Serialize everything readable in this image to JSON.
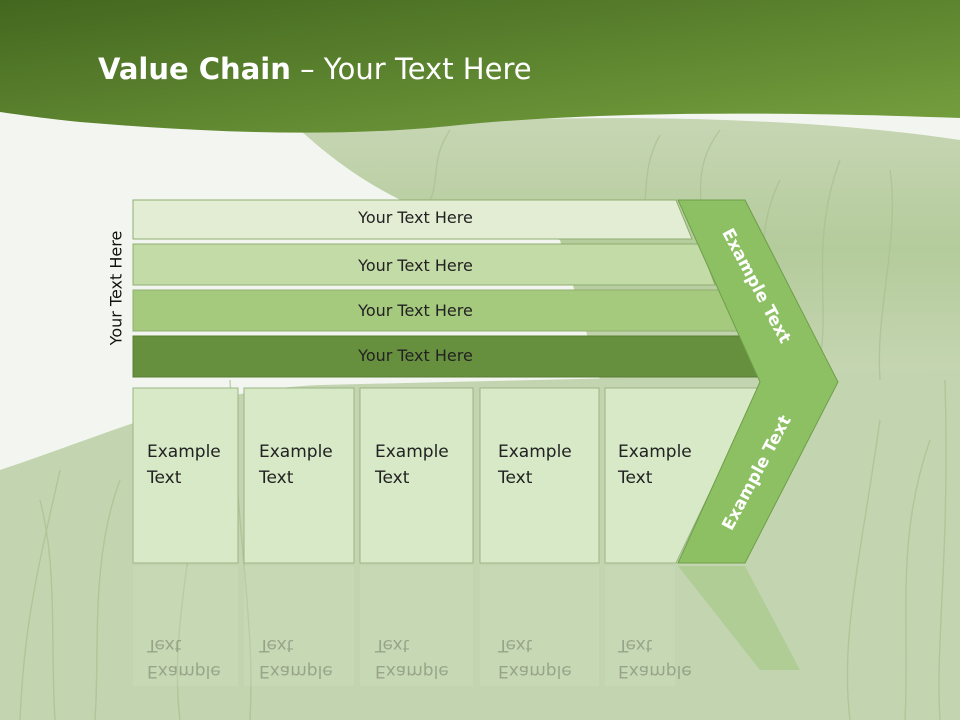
{
  "slide": {
    "title_bold": "Value Chain",
    "title_rest": " – Your Text Here",
    "side_label": "Your Text Here"
  },
  "bands": [
    {
      "label": "Your Text Here",
      "fill": "#e3edd3"
    },
    {
      "label": "Your Text Here",
      "fill": "#c3dba6"
    },
    {
      "label": "Your Text Here",
      "fill": "#a5c97d"
    },
    {
      "label": "Your Text Here",
      "fill": "#66903d"
    }
  ],
  "cells": [
    {
      "line1": "Example",
      "line2": "Text"
    },
    {
      "line1": "Example",
      "line2": "Text"
    },
    {
      "line1": "Example",
      "line2": "Text"
    },
    {
      "line1": "Example",
      "line2": "Text"
    },
    {
      "line1": "Example",
      "line2": "Text"
    }
  ],
  "chevron": {
    "upper_label": "Example Text",
    "lower_label": "Example Text",
    "fill": "#8cc063"
  },
  "colors": {
    "header_dark": "#4a6f24",
    "header_light": "#6f9a3a",
    "cell_fill": "#d7e9c6",
    "grass": "#b9cfa2"
  }
}
